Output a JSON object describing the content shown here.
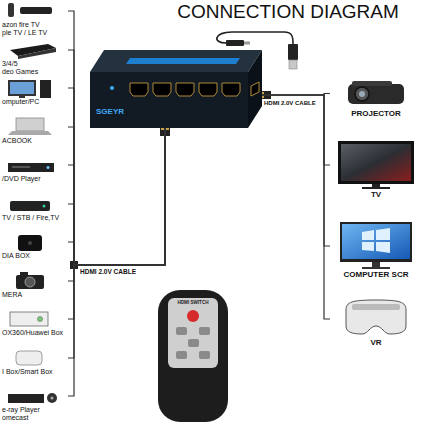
{
  "diagram": {
    "title": "CONNECTION DIAGRAM",
    "nodes": [
      {
        "text": [
          "azon fire TV",
          "ple TV / LE TV"
        ]
      },
      {
        "text": [
          "3/4/5",
          "deo Games"
        ]
      },
      {
        "text": [
          "omputer/PC"
        ]
      },
      {
        "text": [
          "ACBOOK"
        ]
      },
      {
        "text": [
          "/DVD Player"
        ]
      },
      {
        "text": [
          "TV / STB / Fire,TV"
        ]
      },
      {
        "text": [
          "DIA BOX"
        ]
      },
      {
        "text": [
          "MERA"
        ]
      },
      {
        "text": [
          "OX360/Huawei Box"
        ]
      },
      {
        "text": [
          "I Box/Smart Box"
        ]
      },
      {
        "text": [
          "e-ray Player",
          "omecast"
        ]
      },
      {
        "text": [
          "SGEYR"
        ]
      },
      {
        "text": [
          "PROJECTOR"
        ]
      },
      {
        "text": [
          "TV"
        ]
      },
      {
        "text": [
          "COMPUTER SCR"
        ]
      },
      {
        "text": [
          "VR"
        ]
      }
    ],
    "edges": [
      {
        "from": 0,
        "to": 11,
        "arrow": "none"
      },
      {
        "from": 1,
        "to": 11,
        "arrow": "none"
      },
      {
        "from": 2,
        "to": 11,
        "arrow": "none"
      },
      {
        "from": 3,
        "to": 11,
        "arrow": "none"
      },
      {
        "from": 4,
        "to": 11,
        "arrow": "none"
      },
      {
        "from": 5,
        "to": 11,
        "arrow": "none"
      },
      {
        "from": 6,
        "to": 11,
        "arrow": "none"
      },
      {
        "from": 7,
        "to": 11,
        "arrow": "none"
      },
      {
        "from": 8,
        "to": 11,
        "arrow": "none"
      },
      {
        "from": 9,
        "to": 11,
        "arrow": "none"
      },
      {
        "from": 10,
        "to": 11,
        "arrow": "none"
      },
      {
        "from": 11,
        "to": 12,
        "arrow": "none"
      },
      {
        "from": 11,
        "to": 13,
        "arrow": "none"
      },
      {
        "from": 11,
        "to": 14,
        "arrow": "none"
      },
      {
        "from": 11,
        "to": 15,
        "arrow": "none"
      }
    ],
    "labels": [
      "HDMI 2.0V CABLE",
      "HDMI 2.0V CABLE",
      "HDMI SWITCH"
    ]
  }
}
